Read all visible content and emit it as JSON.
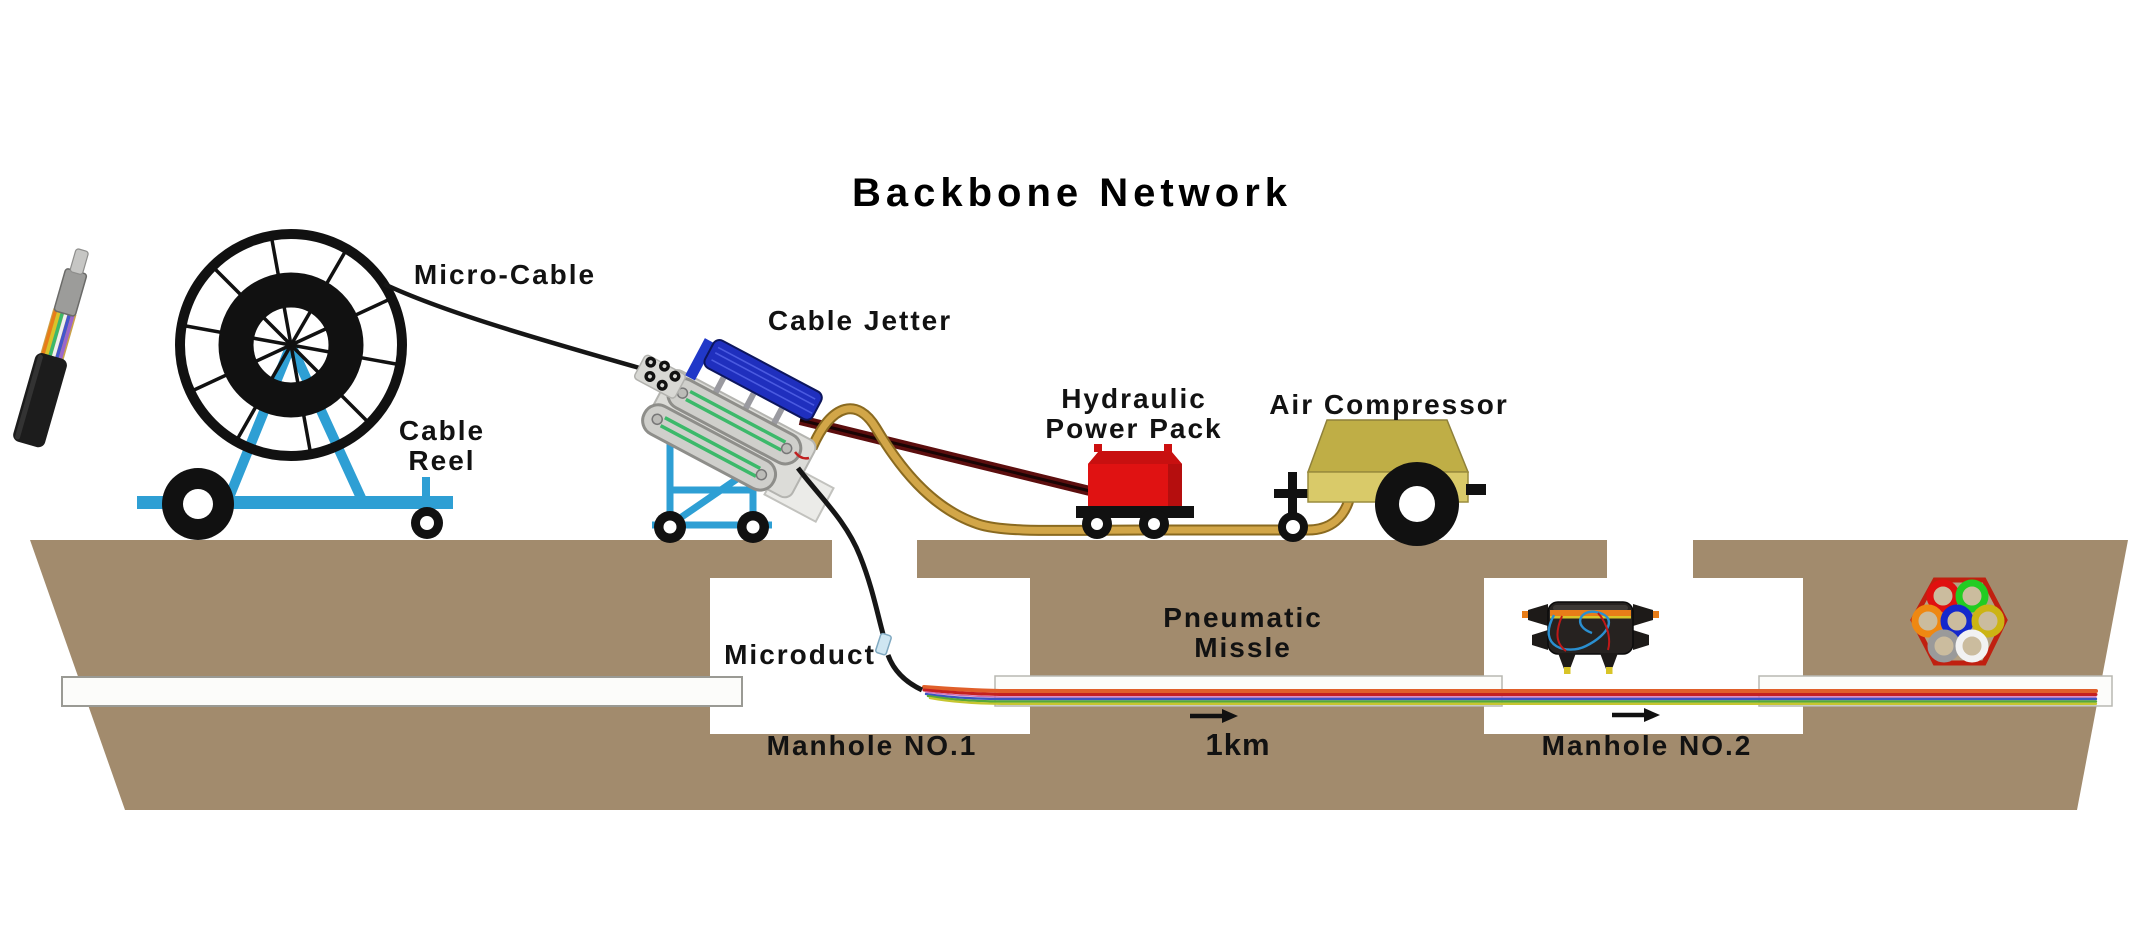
{
  "title": "Backbone Network",
  "labels": {
    "micro_cable": "Micro-Cable",
    "cable_reel": "Cable\nReel",
    "cable_jetter": "Cable Jetter",
    "hydraulic_power_pack": "Hydraulic\nPower Pack",
    "air_compressor": "Air Compressor",
    "microduct": "Microduct",
    "manhole_1": "Manhole NO.1",
    "pneumatic_missile": "Pneumatic\nMissle",
    "distance": "1km",
    "manhole_2": "Manhole NO.2"
  },
  "colors": {
    "ground": "#a28b6d",
    "frame_blue": "#2e9fd4",
    "jetter_blue": "#1f2fbe",
    "power_pack_red": "#e01212",
    "compressor_khaki": "#d9ca69",
    "hose_tan": "#d2a648",
    "hose_maroon": "#5c0e0e",
    "duct_white": "#fcfcfa",
    "bundle_hex_outline": "#c02010"
  },
  "bundle_cross_section_tubes": [
    "red",
    "green",
    "orange",
    "blue",
    "yellow",
    "gray",
    "white"
  ],
  "flow_direction": "left-to-right"
}
